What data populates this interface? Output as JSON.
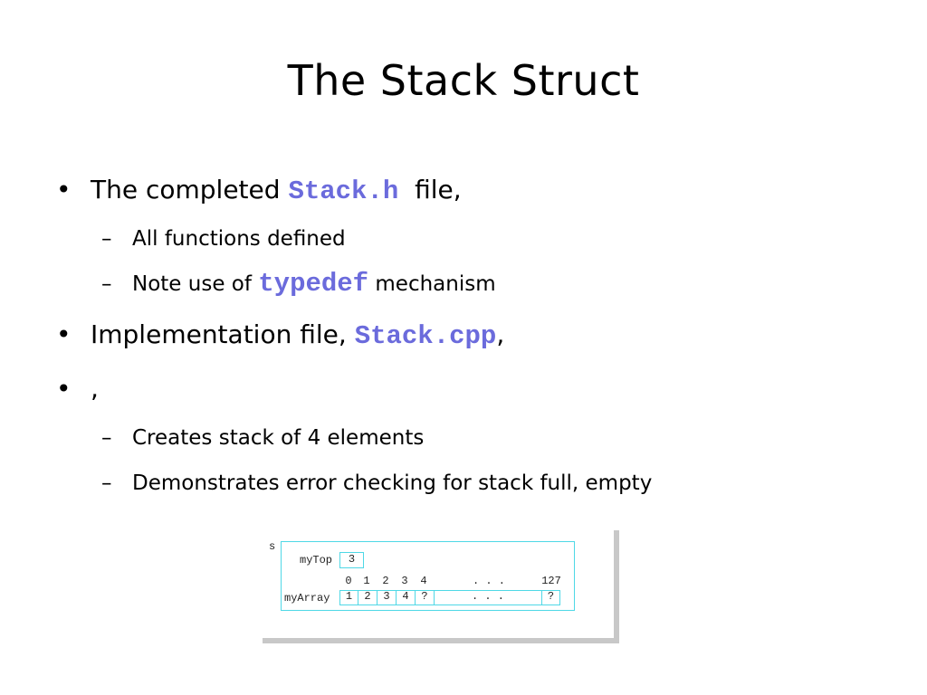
{
  "slide": {
    "title": "The Stack Struct",
    "bullet_marker": "•",
    "dash_marker": "–",
    "items": [
      {
        "level": 1,
        "pre": "The completed ",
        "code": "Stack.h",
        "post": "  file,"
      },
      {
        "level": 2,
        "pre": "All functions defined",
        "code": "",
        "post": ""
      },
      {
        "level": 2,
        "pre": "Note use of ",
        "code": "typedef",
        "post": " mechanism"
      },
      {
        "level": 1,
        "pre": "Implementation file, ",
        "code": "Stack.cpp",
        "post": ","
      },
      {
        "level": 1,
        "pre": ",",
        "code": "",
        "post": ""
      },
      {
        "level": 2,
        "pre": "Creates stack of 4 elements",
        "code": "",
        "post": ""
      },
      {
        "level": 2,
        "pre": "Demonstrates error checking for stack full, empty",
        "code": "",
        "post": ""
      }
    ],
    "code_color": "#6b6bdc"
  },
  "diagram": {
    "struct_label": "s",
    "top_label": "myTop",
    "top_value": "3",
    "array_label": "myArray",
    "indices": [
      "0",
      "1",
      "2",
      "3",
      "4"
    ],
    "ellipsis": ". . .",
    "last_index": "127",
    "cells": [
      "1",
      "2",
      "3",
      "4",
      "?"
    ],
    "last_cell": "?",
    "border_color": "#4fd8e6"
  }
}
